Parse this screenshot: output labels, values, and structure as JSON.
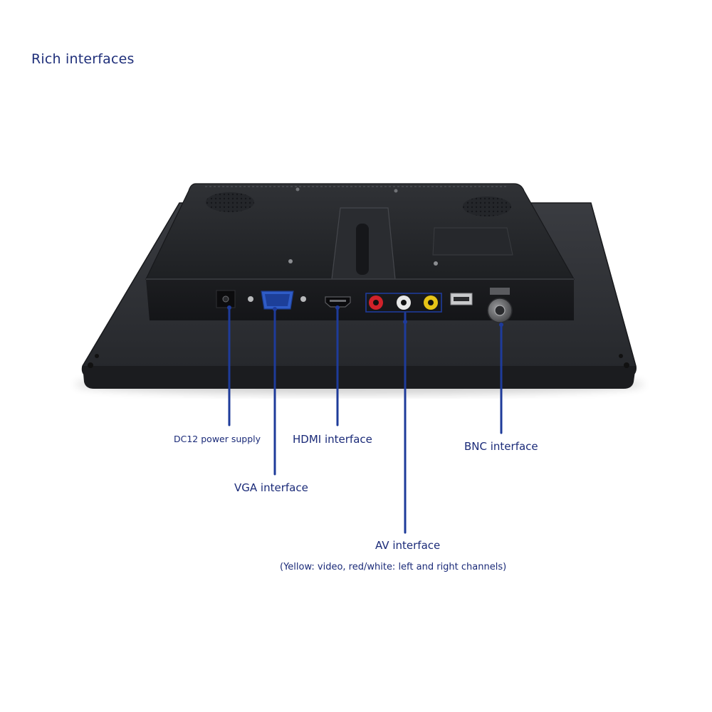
{
  "heading": "Rich interfaces",
  "colors": {
    "accent": "#1a2a78",
    "callout_line": "#1e3b9a",
    "monitor_body": "#2c2e32",
    "port_red": "#d0222a",
    "port_white": "#e8e8e8",
    "port_yellow": "#e6c416"
  },
  "callouts": {
    "dc_power": "DC12 power supply",
    "vga": "VGA interface",
    "hdmi": "HDMI interface",
    "bnc": "BNC interface",
    "av": "AV interface",
    "av_note": "(Yellow: video, red/white: left and right channels)"
  }
}
